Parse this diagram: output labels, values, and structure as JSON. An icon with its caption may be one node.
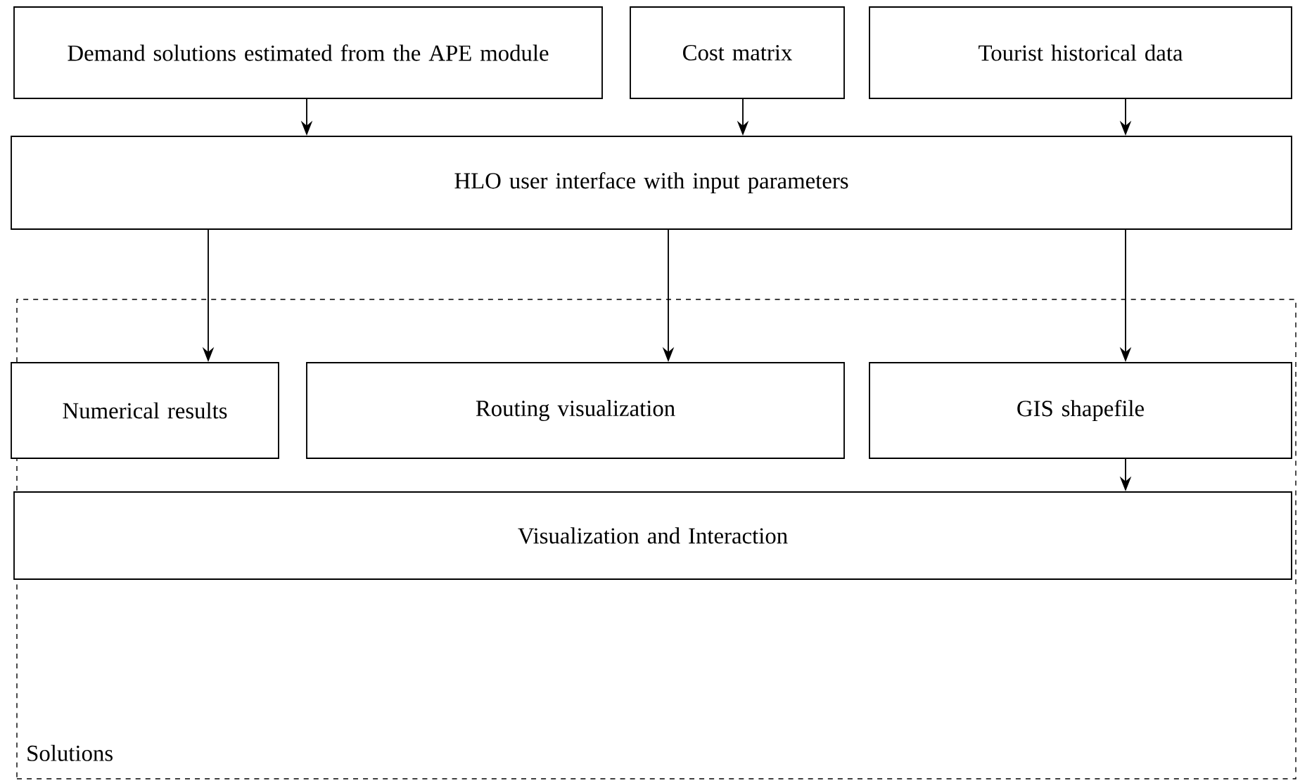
{
  "diagram": {
    "nodes": [
      {
        "text": [
          "Demand solutions estimated from the APE module"
        ]
      },
      {
        "text": [
          "Cost matrix"
        ]
      },
      {
        "text": [
          "Tourist historical data"
        ]
      },
      {
        "text": [
          "HLO user interface with input parameters"
        ]
      },
      {
        "text": [
          "Solutions"
        ]
      },
      {
        "text": [
          "Numerical results"
        ],
        "in": 4
      },
      {
        "text": [
          "Routing visualization"
        ],
        "in": 4
      },
      {
        "text": [
          "GIS shapefile"
        ],
        "in": 4
      },
      {
        "text": [
          "Visualization and Interaction"
        ],
        "in": 4
      }
    ],
    "edges": [
      {
        "from": 0,
        "to": 3,
        "arrow": "to"
      },
      {
        "from": 1,
        "to": 3,
        "arrow": "to"
      },
      {
        "from": 2,
        "to": 3,
        "arrow": "to"
      },
      {
        "from": 3,
        "to": 5,
        "arrow": "to"
      },
      {
        "from": 3,
        "to": 6,
        "arrow": "to"
      },
      {
        "from": 3,
        "to": 7,
        "arrow": "to"
      },
      {
        "from": 7,
        "to": 8,
        "arrow": "to"
      }
    ]
  }
}
